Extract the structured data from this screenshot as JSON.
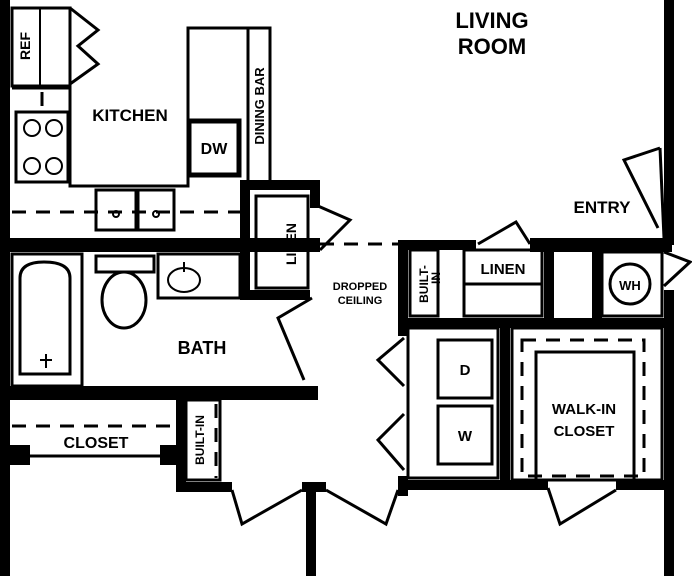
{
  "floor_plan": {
    "rooms": {
      "living_room_line1": "LIVING",
      "living_room_line2": "ROOM",
      "kitchen": "KITCHEN",
      "entry": "ENTRY",
      "bath": "BATH",
      "closet": "CLOSET",
      "walk_in_line1": "WALK-IN",
      "walk_in_line2": "CLOSET",
      "dropped_ceiling_line1": "DROPPED",
      "dropped_ceiling_line2": "CEILING"
    },
    "fixtures": {
      "ref": "REF",
      "dw": "DW",
      "dining_bar": "DINING BAR",
      "linen_vertical": "LINEN",
      "linen_horizontal": "LINEN",
      "built_in_upper_line1": "BUILT-",
      "built_in_upper_line2": "IN",
      "built_in_lower": "BUILT-IN",
      "water_heater": "WH",
      "dryer": "D",
      "washer": "W"
    }
  }
}
